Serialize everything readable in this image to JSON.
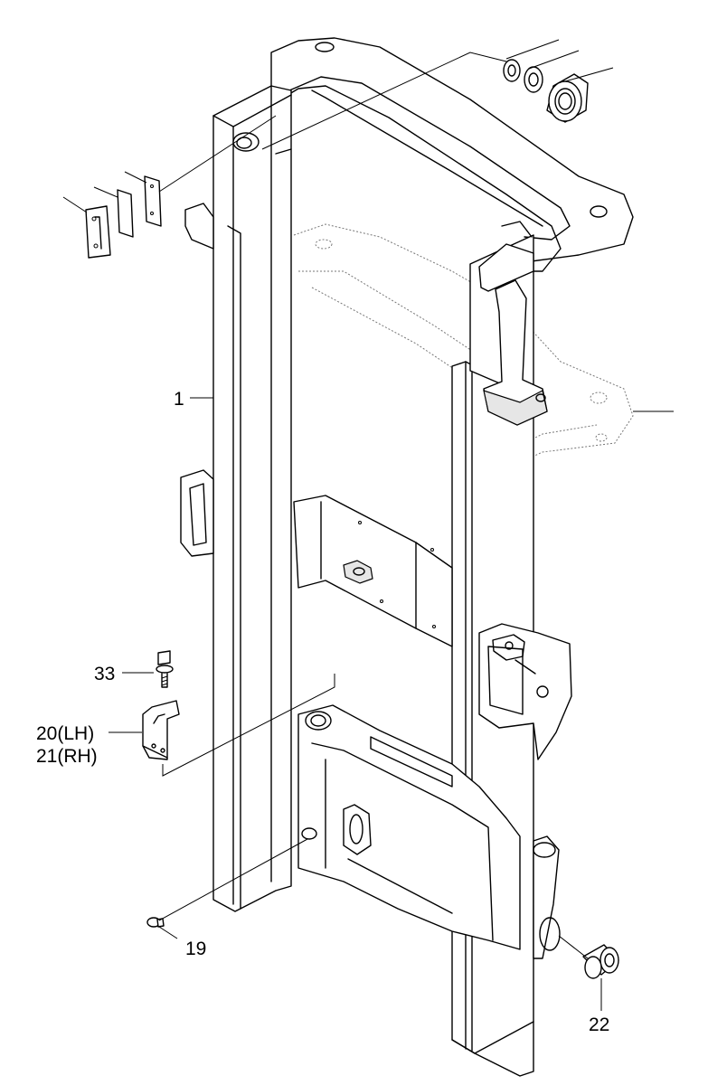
{
  "callouts": {
    "c1": "1",
    "c33": "33",
    "c20": "20(LH)",
    "c21": "21(RH)",
    "c19": "19",
    "c22": "22"
  },
  "colors": {
    "ink": "#000000",
    "paper": "#ffffff"
  }
}
